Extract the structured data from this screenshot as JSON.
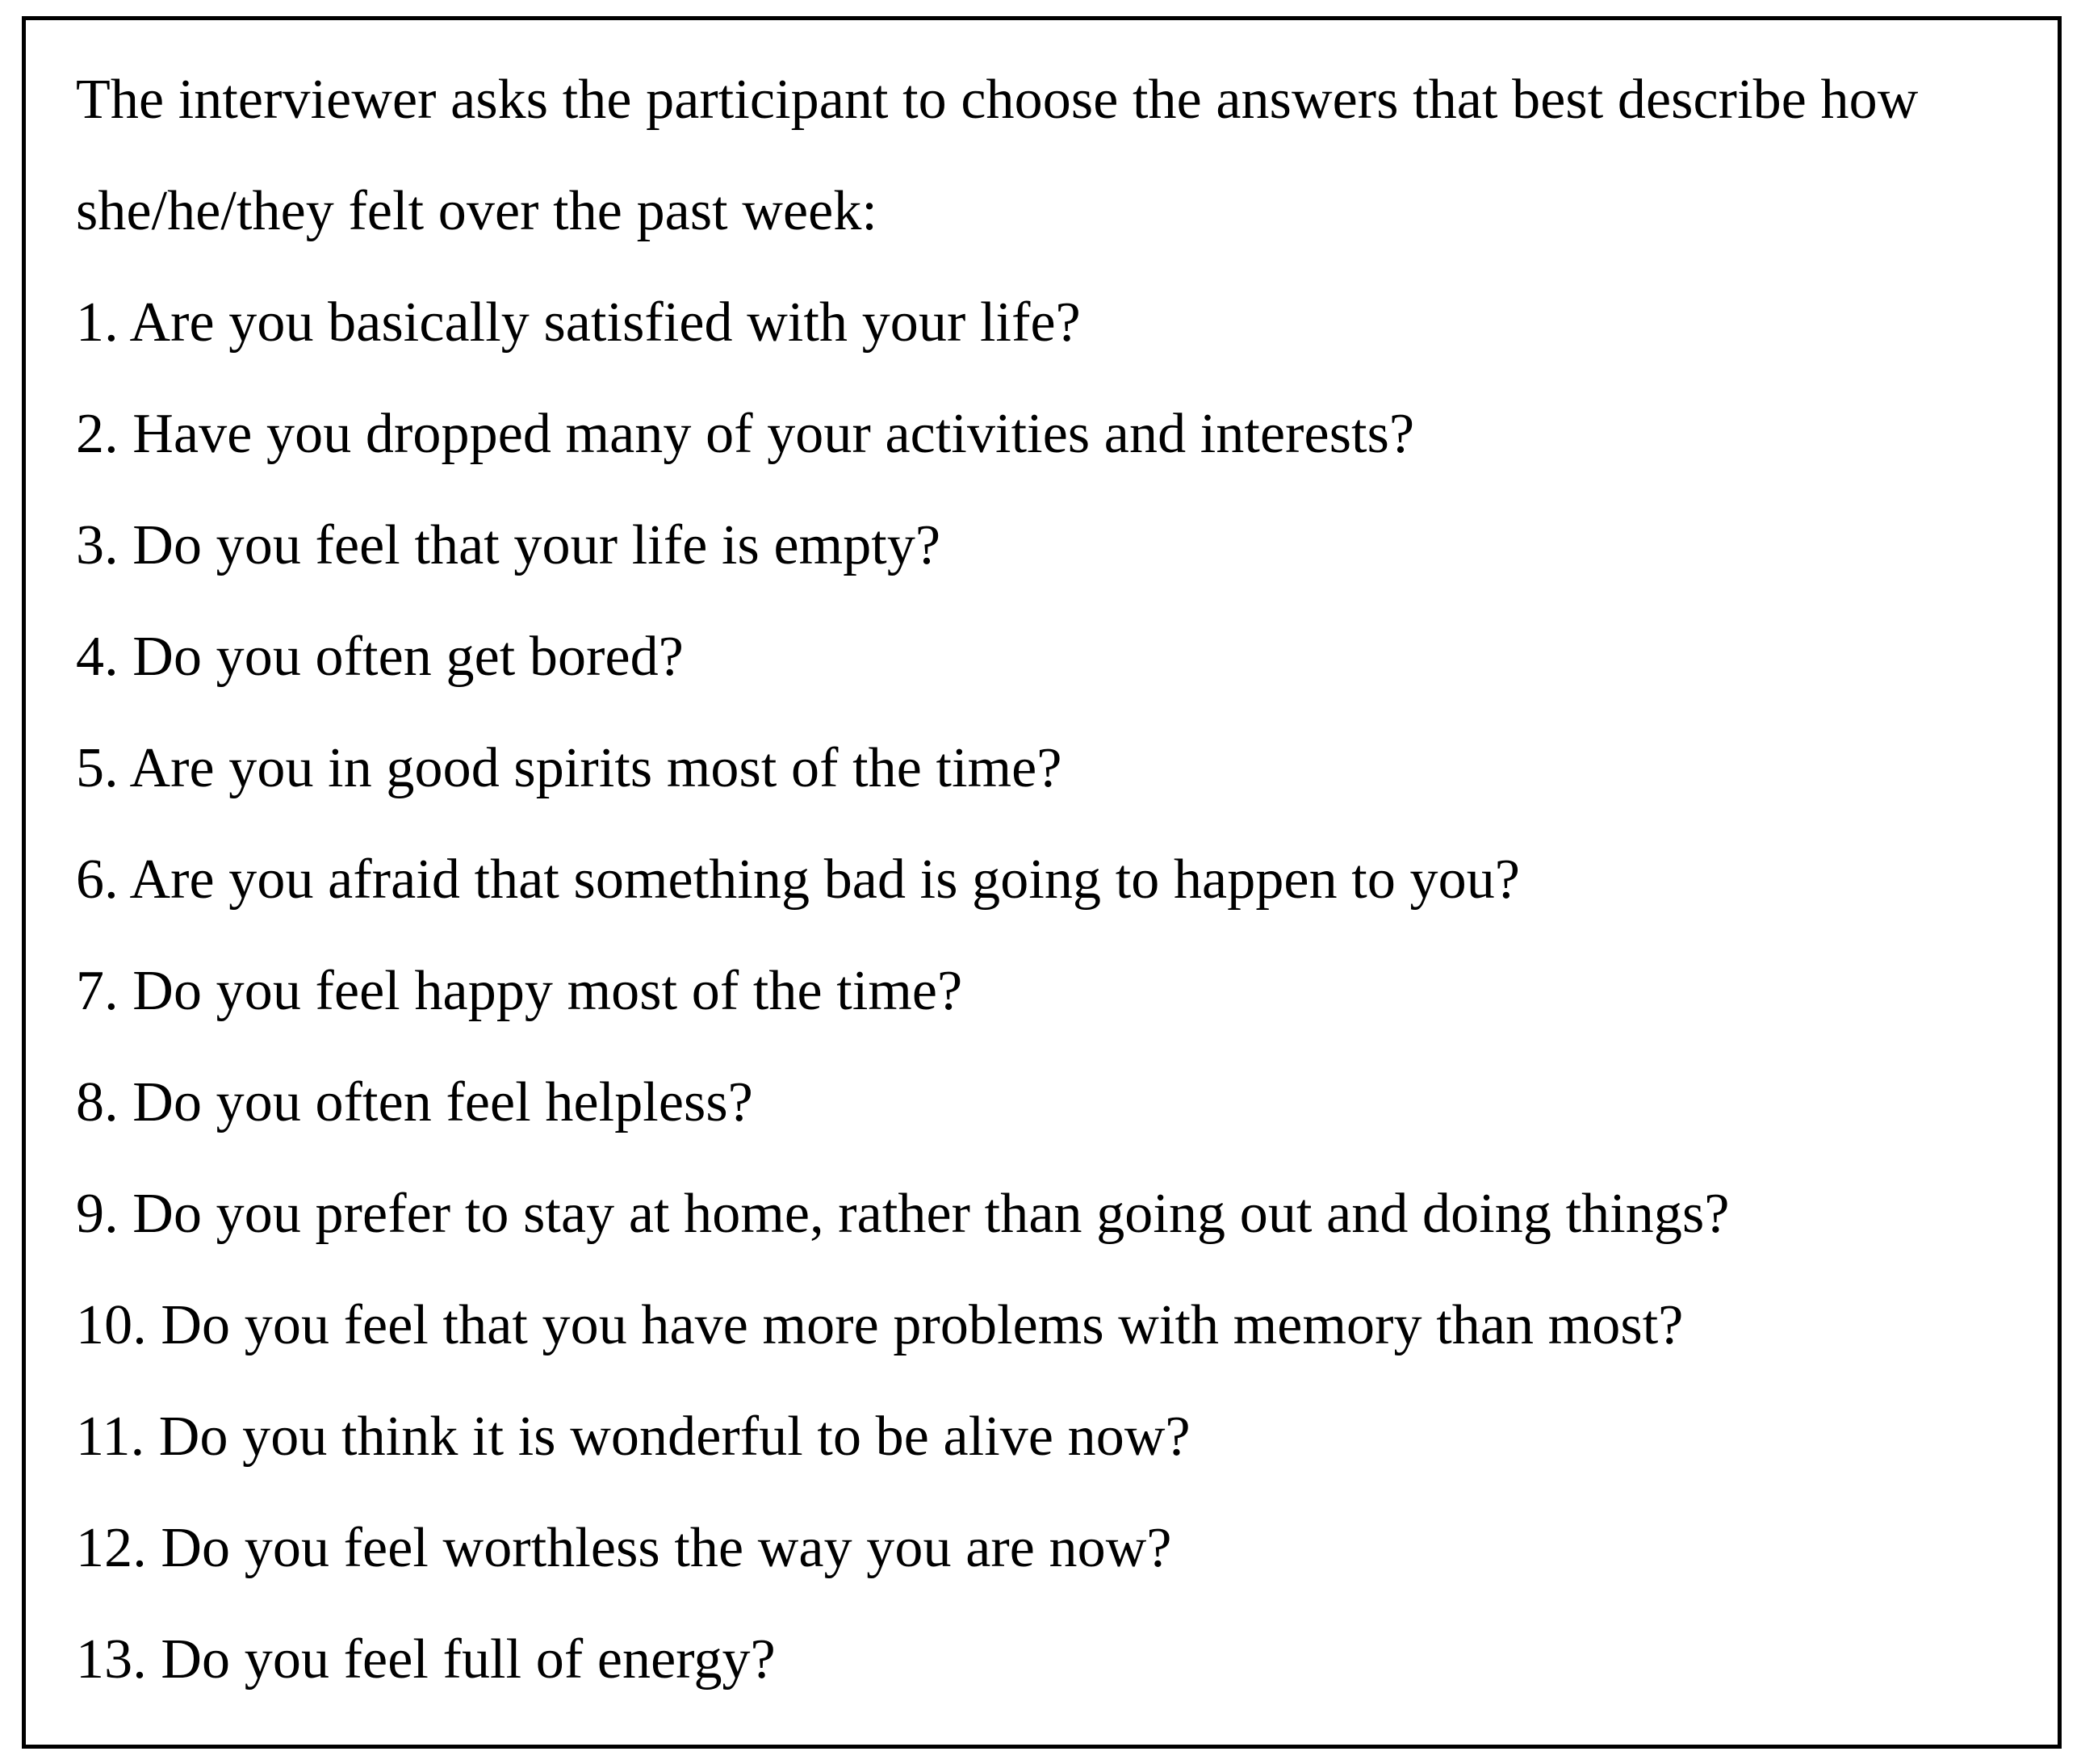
{
  "document": {
    "type": "questionnaire-figure",
    "border_color": "#000000",
    "background_color": "#ffffff",
    "text_color": "#000000",
    "instruction": {
      "line1": "The interviewer asks the participant to choose the answers that best describe how",
      "line2": "she/he/they felt over the past week:"
    },
    "questions": [
      {
        "number": "1.",
        "text": "Are you basically satisfied with your life?"
      },
      {
        "number": "2.",
        "text": "Have you dropped many of your activities and interests?"
      },
      {
        "number": "3.",
        "text": "Do you feel that your life is empty?"
      },
      {
        "number": "4.",
        "text": "Do you often get bored?"
      },
      {
        "number": "5.",
        "text": "Are you in good spirits most of the time?"
      },
      {
        "number": "6.",
        "text": "Are you afraid that something bad is going to happen to you?"
      },
      {
        "number": "7.",
        "text": "Do you feel happy most of the time?"
      },
      {
        "number": "8.",
        "text": "Do you often feel helpless?"
      },
      {
        "number": "9.",
        "text": "Do you prefer to stay at home, rather than going out and doing things?"
      },
      {
        "number": "10.",
        "text": "Do you feel that you have more problems with memory than most?"
      },
      {
        "number": "11.",
        "text": "Do you think it is wonderful to be alive now?"
      },
      {
        "number": "12.",
        "text": "Do you feel worthless the way you are now?"
      },
      {
        "number": "13.",
        "text": "Do you feel full of energy?"
      }
    ],
    "lines": [
      "The interviewer asks the participant to choose the answers that best describe how",
      "she/he/they felt over the past week:",
      "1. Are you basically satisfied with your life?",
      "2. Have you dropped many of your activities and interests?",
      "3. Do you feel that your life is empty?",
      "4. Do you often get bored?",
      "5. Are you in good spirits most of the time?",
      "6. Are you afraid that something bad is going to happen to you?",
      "7. Do you feel happy most of the time?",
      "8. Do you often feel helpless?",
      "9. Do you prefer to stay at home, rather than going out and doing things?",
      "10. Do you feel that you have more problems with memory than most?",
      "11. Do you think it is wonderful to be alive now?",
      "12. Do you feel worthless the way you are now?",
      "13. Do you feel full of energy?"
    ]
  }
}
